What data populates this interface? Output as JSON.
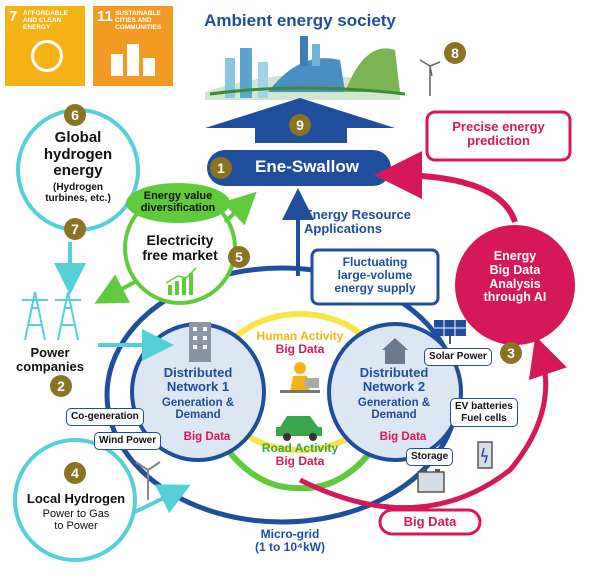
{
  "sdg": {
    "goal7_number": "7",
    "goal7_label": "AFFORDABLE AND CLEAN ENERGY",
    "goal11_number": "11",
    "goal11_label": "SUSTAINABLE CITIES AND COMMUNITIES",
    "goal7_color": "#f6b316",
    "goal11_color": "#f39a22"
  },
  "title": "Ambient energy society",
  "badges": [
    "1",
    "2",
    "3",
    "4",
    "5",
    "6",
    "7",
    "8",
    "9"
  ],
  "ene_swallow": "Ene-Swallow",
  "global_hydrogen": {
    "line1": "Global",
    "line2": "hydrogen",
    "line3": "energy",
    "line4": "(Hydrogen",
    "line5": "turbines, etc.)"
  },
  "precise": {
    "line1": "Precise energy",
    "line2": "prediction"
  },
  "energy_value": {
    "line1": "Energy value",
    "line2": "diversification"
  },
  "electricity_market": {
    "line1": "Electricity",
    "line2": "free market"
  },
  "resource_apps": {
    "line1": "Energy Resource",
    "line2": "Applications"
  },
  "fluctuating": {
    "line1": "Fluctuating",
    "line2": "large-volume",
    "line3": "energy supply"
  },
  "big_data_ai": {
    "line1": "Energy",
    "line2": "Big Data",
    "line3": "Analysis",
    "line4": "through AI"
  },
  "power_companies": {
    "line1": "Power",
    "line2": "companies"
  },
  "human_activity": {
    "line1": "Human Activity",
    "line2": "Big Data"
  },
  "road_activity": {
    "line1": "Road Activity",
    "line2": "Big Data"
  },
  "network1": {
    "line1": "Distributed",
    "line2": "Network 1",
    "line3": "Generation &",
    "line4": "Demand",
    "line5": "Big Data"
  },
  "network2": {
    "line1": "Distributed",
    "line2": "Network 2",
    "line3": "Generation &",
    "line4": "Demand",
    "line5": "Big Data"
  },
  "tags": {
    "cogeneration": "Co-generation",
    "wind_power": "Wind Power",
    "solar_power": "Solar Power",
    "ev_line1": "EV batteries",
    "ev_line2": "Fuel cells",
    "storage": "Storage"
  },
  "local_hydrogen": {
    "line1": "Local Hydrogen",
    "line2": "Power to Gas",
    "line3": "to Power"
  },
  "big_data_label": "Big Data",
  "microgrid": {
    "line1": "Micro-grid",
    "line2": "(1 to 10⁴kW)"
  },
  "colors": {
    "navy": "#1f4e9c",
    "teal": "#55cfd8",
    "green": "#5fcb3b",
    "yellow": "#f6e64a",
    "magenta": "#d6185a",
    "light_blue_fill": "#dde6f3",
    "gold_badge": "#8c7322"
  }
}
